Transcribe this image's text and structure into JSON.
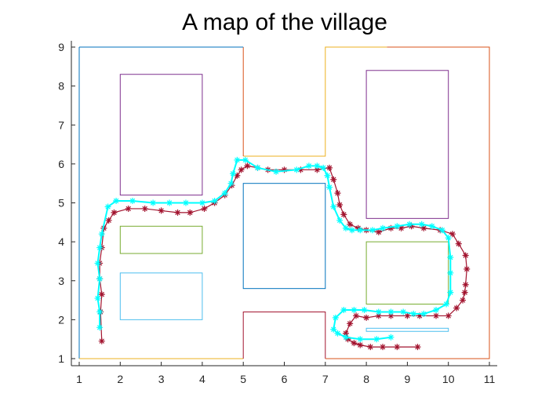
{
  "chart_data": {
    "type": "line",
    "title": "A map of the village",
    "xlabel": "",
    "ylabel": "",
    "xlim": [
      1,
      11
    ],
    "ylim": [
      1,
      9
    ],
    "xticks": [
      "1",
      "2",
      "3",
      "4",
      "5",
      "6",
      "7",
      "8",
      "9",
      "10",
      "11"
    ],
    "yticks": [
      "1",
      "2",
      "3",
      "4",
      "5",
      "6",
      "7",
      "8",
      "9"
    ],
    "grid": false,
    "map_outline": [
      {
        "color": "#0072bd",
        "points": [
          [
            1,
            9
          ],
          [
            1,
            1
          ]
        ]
      },
      {
        "color": "#edb120",
        "points": [
          [
            1,
            1
          ],
          [
            5,
            1
          ]
        ]
      },
      {
        "color": "#a2142f",
        "points": [
          [
            5,
            1
          ],
          [
            5,
            2.2
          ],
          [
            7,
            2.2
          ],
          [
            7,
            1
          ]
        ]
      },
      {
        "color": "#d95319",
        "points": [
          [
            7,
            1
          ],
          [
            11,
            1
          ],
          [
            11,
            9
          ],
          [
            8.5,
            9
          ]
        ]
      },
      {
        "color": "#edb120",
        "points": [
          [
            8.5,
            9
          ],
          [
            7,
            9
          ],
          [
            7,
            6.2
          ],
          [
            5,
            6.2
          ]
        ]
      },
      {
        "color": "#d95319",
        "points": [
          [
            5,
            6.2
          ],
          [
            5,
            9
          ]
        ]
      },
      {
        "color": "#0072bd",
        "points": [
          [
            5,
            9
          ],
          [
            1,
            9
          ]
        ]
      }
    ],
    "buildings": [
      {
        "color": "#7e2f8e",
        "x": [
          2,
          4
        ],
        "y": [
          5.2,
          8.3
        ]
      },
      {
        "color": "#77ac30",
        "x": [
          2,
          4
        ],
        "y": [
          3.7,
          4.4
        ]
      },
      {
        "color": "#4dbeee",
        "x": [
          2,
          4
        ],
        "y": [
          2,
          3.2
        ]
      },
      {
        "color": "#0072bd",
        "x": [
          5,
          7
        ],
        "y": [
          2.8,
          5.5
        ]
      },
      {
        "color": "#7e2f8e",
        "x": [
          8,
          10
        ],
        "y": [
          4.6,
          8.4
        ]
      },
      {
        "color": "#77ac30",
        "x": [
          8,
          10
        ],
        "y": [
          2.4,
          4
        ]
      },
      {
        "color": "#4dbeee",
        "x": [
          8,
          10
        ],
        "y": [
          1.7,
          1.78
        ]
      }
    ],
    "series": [
      {
        "color": "#a2142f",
        "marker": "asterisk",
        "x": [
          1.55,
          1.52,
          1.55,
          1.5,
          1.5,
          1.55,
          1.6,
          1.72,
          1.85,
          2.2,
          2.6,
          3.0,
          3.4,
          3.7,
          4.05,
          4.3,
          4.55,
          4.72,
          4.85,
          4.95,
          5.1,
          5.35,
          5.6,
          6.0,
          6.4,
          6.8,
          7.1,
          7.2,
          7.3,
          7.35,
          7.45,
          7.6,
          7.8,
          8.0,
          8.3,
          8.6,
          8.85,
          9.1,
          9.4,
          9.8,
          10.1,
          10.25,
          10.42,
          10.45,
          10.42,
          10.4,
          10.35,
          10.2,
          10.0,
          9.7,
          9.3,
          9.0,
          8.6,
          8.3,
          8.0,
          7.75,
          7.6,
          7.5,
          7.55,
          7.7,
          7.85,
          8.1,
          8.4,
          8.75,
          9.25
        ],
        "y": [
          1.45,
          2.2,
          2.65,
          3.05,
          3.45,
          3.85,
          4.35,
          4.55,
          4.75,
          4.85,
          4.85,
          4.8,
          4.75,
          4.75,
          4.85,
          5.0,
          5.2,
          5.45,
          5.7,
          5.85,
          5.95,
          5.9,
          5.85,
          5.85,
          5.85,
          5.85,
          5.9,
          5.6,
          5.25,
          4.95,
          4.7,
          4.45,
          4.35,
          4.3,
          4.25,
          4.35,
          4.35,
          4.4,
          4.35,
          4.3,
          4.2,
          3.95,
          3.65,
          3.3,
          2.9,
          2.7,
          2.5,
          2.3,
          2.1,
          2.1,
          2.1,
          2.1,
          2.1,
          2.1,
          2.05,
          2.1,
          1.9,
          1.65,
          1.5,
          1.4,
          1.35,
          1.3,
          1.3,
          1.3,
          1.3
        ]
      },
      {
        "color": "#00ffff",
        "marker": "asterisk",
        "x": [
          1.5,
          1.5,
          1.45,
          1.5,
          1.45,
          1.5,
          1.55,
          1.7,
          1.9,
          2.3,
          2.8,
          3.2,
          3.6,
          4.0,
          4.3,
          4.55,
          4.7,
          4.75,
          4.85,
          5.05,
          5.35,
          5.8,
          6.3,
          6.6,
          6.8,
          6.95,
          7.05,
          7.1,
          7.2,
          7.35,
          7.5,
          7.65,
          7.85,
          8.15,
          8.4,
          8.75,
          9.05,
          9.35,
          9.6,
          9.85,
          10.0,
          10.05,
          10.05,
          10.05,
          9.95,
          9.7,
          9.4,
          9.15,
          8.9,
          8.6,
          8.3,
          7.95,
          7.7,
          7.45,
          7.25,
          7.2,
          7.3,
          7.5,
          7.85,
          8.25,
          8.6
        ],
        "y": [
          1.8,
          2.2,
          2.55,
          3.05,
          3.45,
          3.85,
          4.2,
          4.9,
          5.05,
          5.05,
          5.0,
          5.0,
          5.0,
          5.0,
          5.05,
          5.25,
          5.5,
          5.75,
          6.1,
          6.1,
          5.9,
          5.8,
          5.85,
          5.95,
          5.95,
          5.9,
          5.7,
          5.4,
          4.9,
          4.55,
          4.35,
          4.3,
          4.3,
          4.3,
          4.35,
          4.4,
          4.45,
          4.45,
          4.4,
          4.3,
          4.1,
          3.6,
          3.2,
          2.7,
          2.4,
          2.25,
          2.15,
          2.15,
          2.2,
          2.2,
          2.2,
          2.25,
          2.25,
          2.25,
          2.05,
          1.75,
          1.65,
          1.55,
          1.5,
          1.5,
          1.55
        ]
      }
    ]
  }
}
